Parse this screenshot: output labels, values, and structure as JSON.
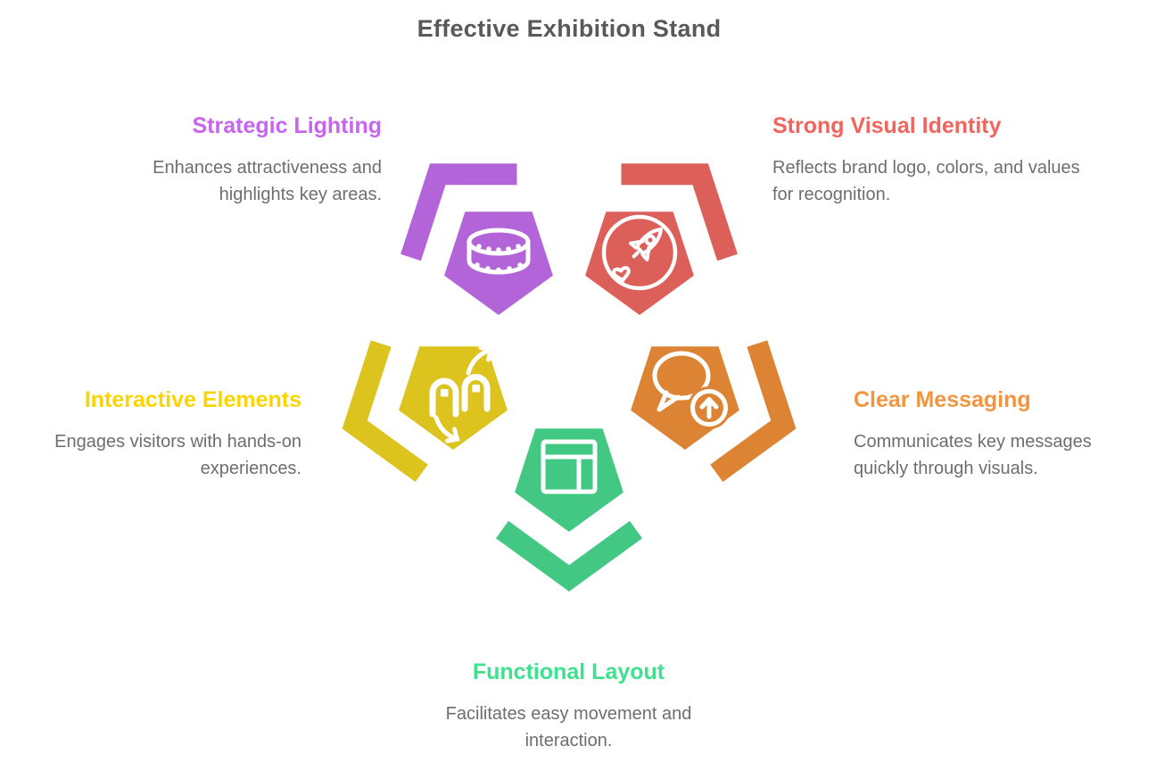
{
  "title": "Effective Exhibition Stand",
  "colors": {
    "background": "#ffffff",
    "title": "#58595b",
    "description": "#6d6e71"
  },
  "items": [
    {
      "id": "strategic-lighting",
      "label": "Strategic Lighting",
      "description": "Enhances attractiveness and highlights key areas.",
      "icon": "ring-light-icon",
      "shape_color": "#b264d8",
      "label_color": "#c764f0"
    },
    {
      "id": "strong-visual-identity",
      "label": "Strong Visual Identity",
      "description": "Reflects brand logo, colors, and values for recognition.",
      "icon": "rocket-heart-badge-icon",
      "shape_color": "#dd5f5a",
      "label_color": "#f2655e"
    },
    {
      "id": "interactive-elements",
      "label": "Interactive Elements",
      "description": "Engages visitors with hands-on experiences.",
      "icon": "swap-arches-icon",
      "shape_color": "#dcc31d",
      "label_color": "#fcd303"
    },
    {
      "id": "clear-messaging",
      "label": "Clear Messaging",
      "description": "Communicates key messages quickly through visuals.",
      "icon": "speech-bubble-up-arrow-icon",
      "shape_color": "#dc8434",
      "label_color": "#f2953e"
    },
    {
      "id": "functional-layout",
      "label": "Functional Layout",
      "description": "Facilitates easy movement and interaction.",
      "icon": "layout-wireframe-icon",
      "shape_color": "#43c884",
      "label_color": "#3fe08e"
    }
  ]
}
